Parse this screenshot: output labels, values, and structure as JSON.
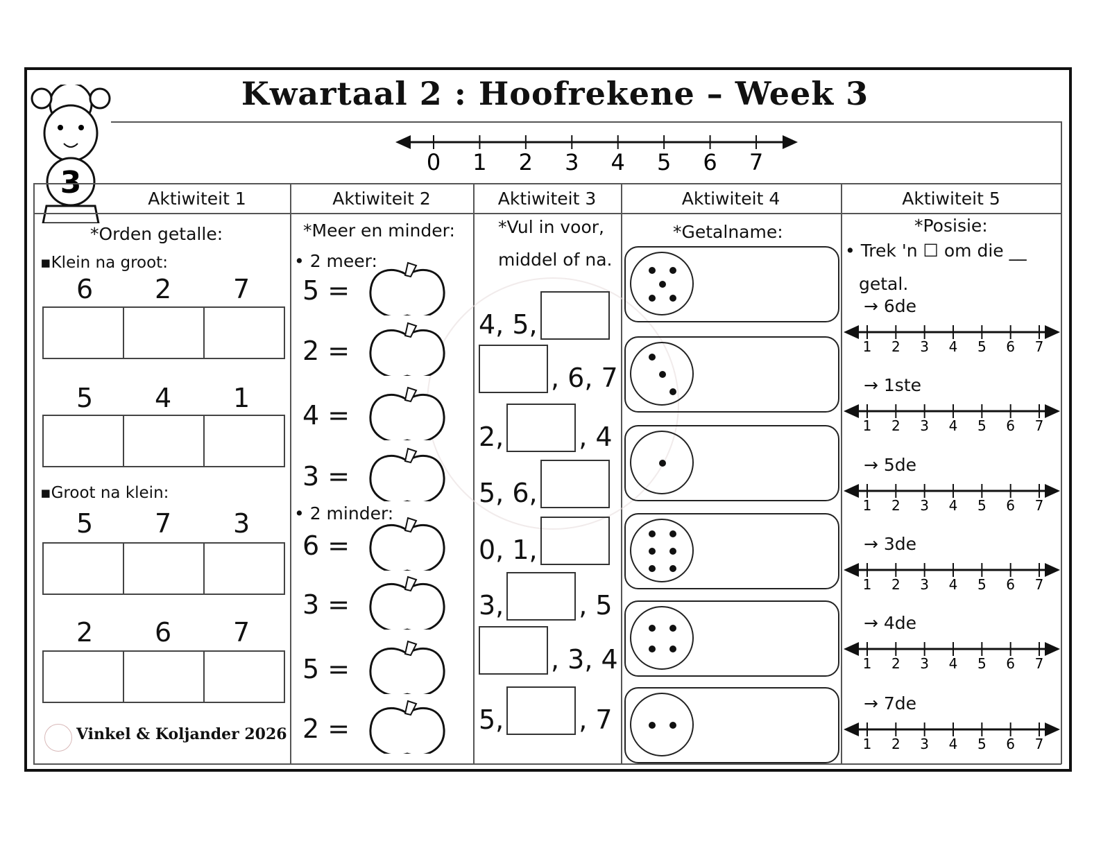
{
  "title": "Kwartaal 2 : Hoofrekene – Week 3",
  "mascot": {
    "badge_number": "3"
  },
  "top_number_line": {
    "ticks": [
      "0",
      "1",
      "2",
      "3",
      "4",
      "5",
      "6",
      "7"
    ]
  },
  "headers": [
    "Aktiwiteit 1",
    "Aktiwiteit 2",
    "Aktiwiteit 3",
    "Aktiwiteit 4",
    "Aktiwiteit 5"
  ],
  "activity1": {
    "heading": "*Orden getalle:",
    "section1": "Klein na groot:",
    "section2": "Groot na klein:",
    "sets": [
      [
        "6",
        "2",
        "7"
      ],
      [
        "5",
        "4",
        "1"
      ],
      [
        "5",
        "7",
        "3"
      ],
      [
        "2",
        "6",
        "7"
      ]
    ]
  },
  "activity2": {
    "heading": "*Meer en minder:",
    "more_label": "2 meer:",
    "less_label": "2 minder:",
    "equations": [
      "5 =",
      "2 =",
      "4 =",
      "3 =",
      "6 =",
      "3 =",
      "5 =",
      "2 ="
    ]
  },
  "activity3": {
    "heading_line1": "*Vul in voor,",
    "heading_line2": "middel of na.",
    "sequences": [
      {
        "before": "4, 5,",
        "after": ""
      },
      {
        "before": "",
        "after": ", 6, 7"
      },
      {
        "before": "2,",
        "after": ", 4"
      },
      {
        "before": "5, 6,",
        "after": ""
      },
      {
        "before": "0, 1,",
        "after": ""
      },
      {
        "before": "3,",
        "after": ", 5"
      },
      {
        "before": "",
        "after": ", 3, 4"
      },
      {
        "before": "5,",
        "after": ", 7"
      }
    ]
  },
  "activity4": {
    "heading": "*Getalname:",
    "dot_counts": [
      5,
      3,
      1,
      6,
      4,
      2
    ]
  },
  "activity5": {
    "heading": "*Posisie:",
    "instruction": "Trek 'n ☐  om die __",
    "instruction2": "getal.",
    "ordinals": [
      "→ 6de",
      "→ 1ste",
      "→ 5de",
      "→ 3de",
      "→ 4de",
      "→ 7de"
    ],
    "ticks": [
      "1",
      "2",
      "3",
      "4",
      "5",
      "6",
      "7"
    ]
  },
  "footer": {
    "credit": "Vinkel & Koljander 2026"
  }
}
